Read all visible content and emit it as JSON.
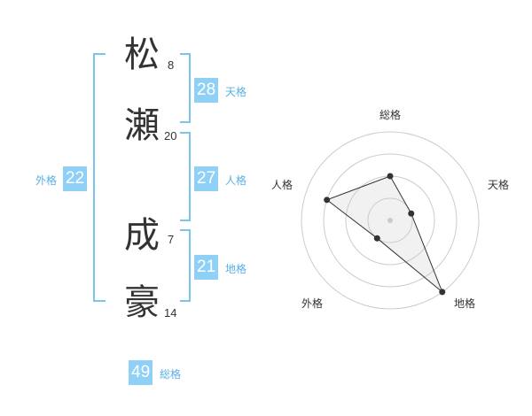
{
  "name": {
    "chars": [
      {
        "char": "松",
        "strokes": "8"
      },
      {
        "char": "瀬",
        "strokes": "20"
      },
      {
        "char": "成",
        "strokes": "7"
      },
      {
        "char": "豪",
        "strokes": "14"
      }
    ]
  },
  "fortunes": {
    "tenkaku": {
      "value": "28",
      "label": "天格"
    },
    "jinkaku": {
      "value": "27",
      "label": "人格"
    },
    "chikaku": {
      "value": "21",
      "label": "地格"
    },
    "gaikaku": {
      "value": "22",
      "label": "外格"
    },
    "soukaku": {
      "value": "49",
      "label": "総格"
    }
  },
  "colors": {
    "badge": "#8fd0f6",
    "bracket": "#7cc4f0",
    "grade_text": "#5ab0e6",
    "radar_line": "#333333"
  },
  "chart_data": {
    "type": "radar",
    "axes": [
      "総格",
      "天格",
      "地格",
      "外格",
      "人格"
    ],
    "levels": 4,
    "values": [
      2,
      1,
      4,
      1,
      3
    ],
    "max": 4
  }
}
